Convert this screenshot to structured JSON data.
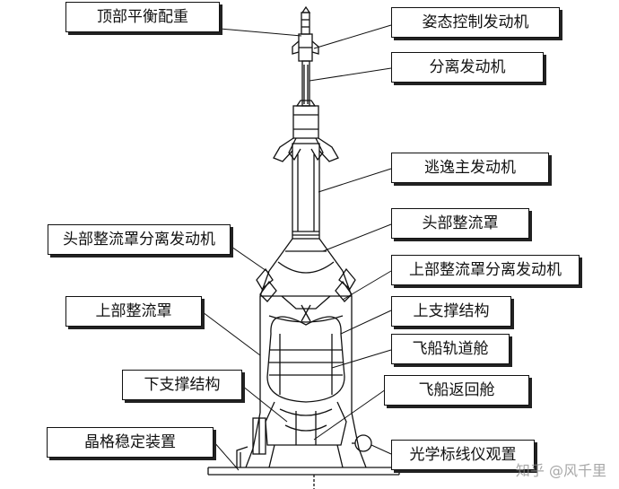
{
  "labels": {
    "top_ballast": "顶部平衡配重",
    "attitude_control_motor": "姿态控制发动机",
    "separation_motor": "分离发动机",
    "escape_main_motor": "逃逸主发动机",
    "head_fairing": "头部整流罩",
    "head_fairing_sep_motor": "头部整流罩分离发动机",
    "upper_fairing_sep_motor": "上部整流罩分离发动机",
    "upper_fairing": "上部整流罩",
    "upper_support": "上支撑结构",
    "orbital_module": "飞船轨道舱",
    "lower_support": "下支撑结构",
    "return_capsule": "飞船返回舱",
    "grid_stabilizer": "晶格稳定装置",
    "optical_sight": "光学标线仪观置"
  },
  "watermark": "知乎 @风千里",
  "colors": {
    "line": "#111111",
    "box_border": "#111111",
    "shadow": "#222222"
  }
}
